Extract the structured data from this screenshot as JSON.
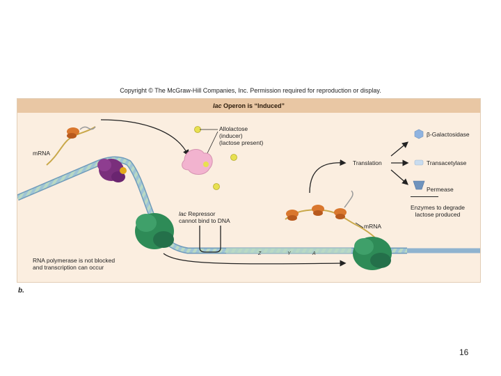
{
  "copyright": "Copyright © The McGraw-Hill Companies, Inc. Permission required for reproduction or display.",
  "header": {
    "title_italic": "lac",
    "title_rest": " Operon is “Induced”"
  },
  "labels": {
    "mrna_left": "mRNA",
    "allolactose": [
      "Allolactose",
      "(inducer)",
      "(lactose present)"
    ],
    "repressor_italic": "lac",
    "repressor_rest": " Repressor",
    "repressor_line2": "cannot bind to DNA",
    "rna_polymerase": [
      "RNA polymerase is not blocked",
      "and transcription can occur"
    ],
    "translation": "Translation",
    "enzymes": [
      "β-Galactosidase",
      "Transacetylase",
      "Permease"
    ],
    "enzymes_caption": [
      "Enzymes to degrade",
      "lactose produced"
    ],
    "mrna_right": "mRNA"
  },
  "genes": [
    "Z",
    "Y",
    "A"
  ],
  "panel_letter": "b.",
  "page_number": "16",
  "colors": {
    "panel_bg": "#fbeee0",
    "header_bg": "#e9c7a4",
    "repressor": "#7a2f7c",
    "polymerase": "#2e8b57",
    "inducer": "#e8e050",
    "repressor_bound": "#f2b3cf",
    "ribosome": "#d9772e",
    "galactosidase": "#8fb3e0",
    "transacetylase": "#c9dcef",
    "permease": "#6f93bd"
  }
}
